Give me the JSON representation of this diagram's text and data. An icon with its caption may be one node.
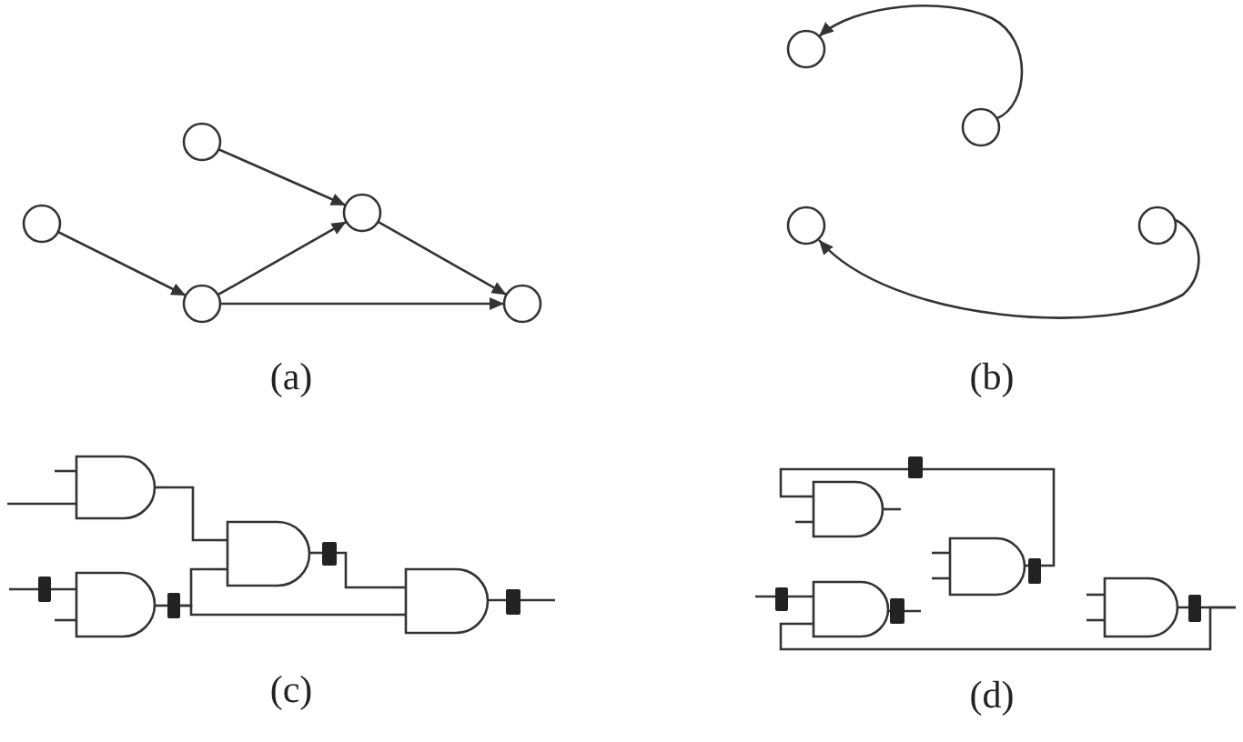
{
  "diagram": {
    "nodes": [
      {
        "text": [],
        "shape": "circle"
      },
      {
        "text": [],
        "shape": "circle"
      },
      {
        "text": [],
        "shape": "circle"
      },
      {
        "text": [],
        "shape": "circle"
      },
      {
        "text": [],
        "shape": "circle"
      },
      {
        "text": [],
        "shape": "circle"
      },
      {
        "text": [],
        "shape": "circle"
      },
      {
        "text": [],
        "shape": "circle"
      },
      {
        "text": [],
        "shape": "circle"
      },
      {
        "text": [],
        "shape": "gate"
      },
      {
        "text": [],
        "shape": "gate"
      },
      {
        "text": [],
        "shape": "gate"
      },
      {
        "text": [],
        "shape": "gate"
      },
      {
        "text": [],
        "shape": "gate"
      },
      {
        "text": [],
        "shape": "gate"
      },
      {
        "text": [],
        "shape": "gate"
      },
      {
        "text": [],
        "shape": "gate"
      }
    ],
    "edges": [
      {
        "from": 0,
        "to": 2,
        "arrow": "to"
      },
      {
        "from": 1,
        "to": 3,
        "arrow": "to"
      },
      {
        "from": 3,
        "to": 2,
        "arrow": "to"
      },
      {
        "from": 3,
        "to": 4,
        "arrow": "to"
      },
      {
        "from": 2,
        "to": 4,
        "arrow": "to"
      },
      {
        "from": 6,
        "to": 5,
        "arrow": "to"
      },
      {
        "from": 8,
        "to": 7,
        "arrow": "to"
      },
      {
        "from": 9,
        "to": 10,
        "arrow": "none"
      },
      {
        "from": 11,
        "to": 10,
        "arrow": "none"
      },
      {
        "from": 10,
        "to": 12,
        "arrow": "none"
      },
      {
        "from": 11,
        "to": 12,
        "arrow": "none"
      },
      {
        "from": 14,
        "to": 13,
        "arrow": "none"
      },
      {
        "from": 16,
        "to": 15,
        "arrow": "none"
      }
    ],
    "labels": [
      "(a)",
      "(b)",
      "(c)",
      "(d)"
    ]
  }
}
